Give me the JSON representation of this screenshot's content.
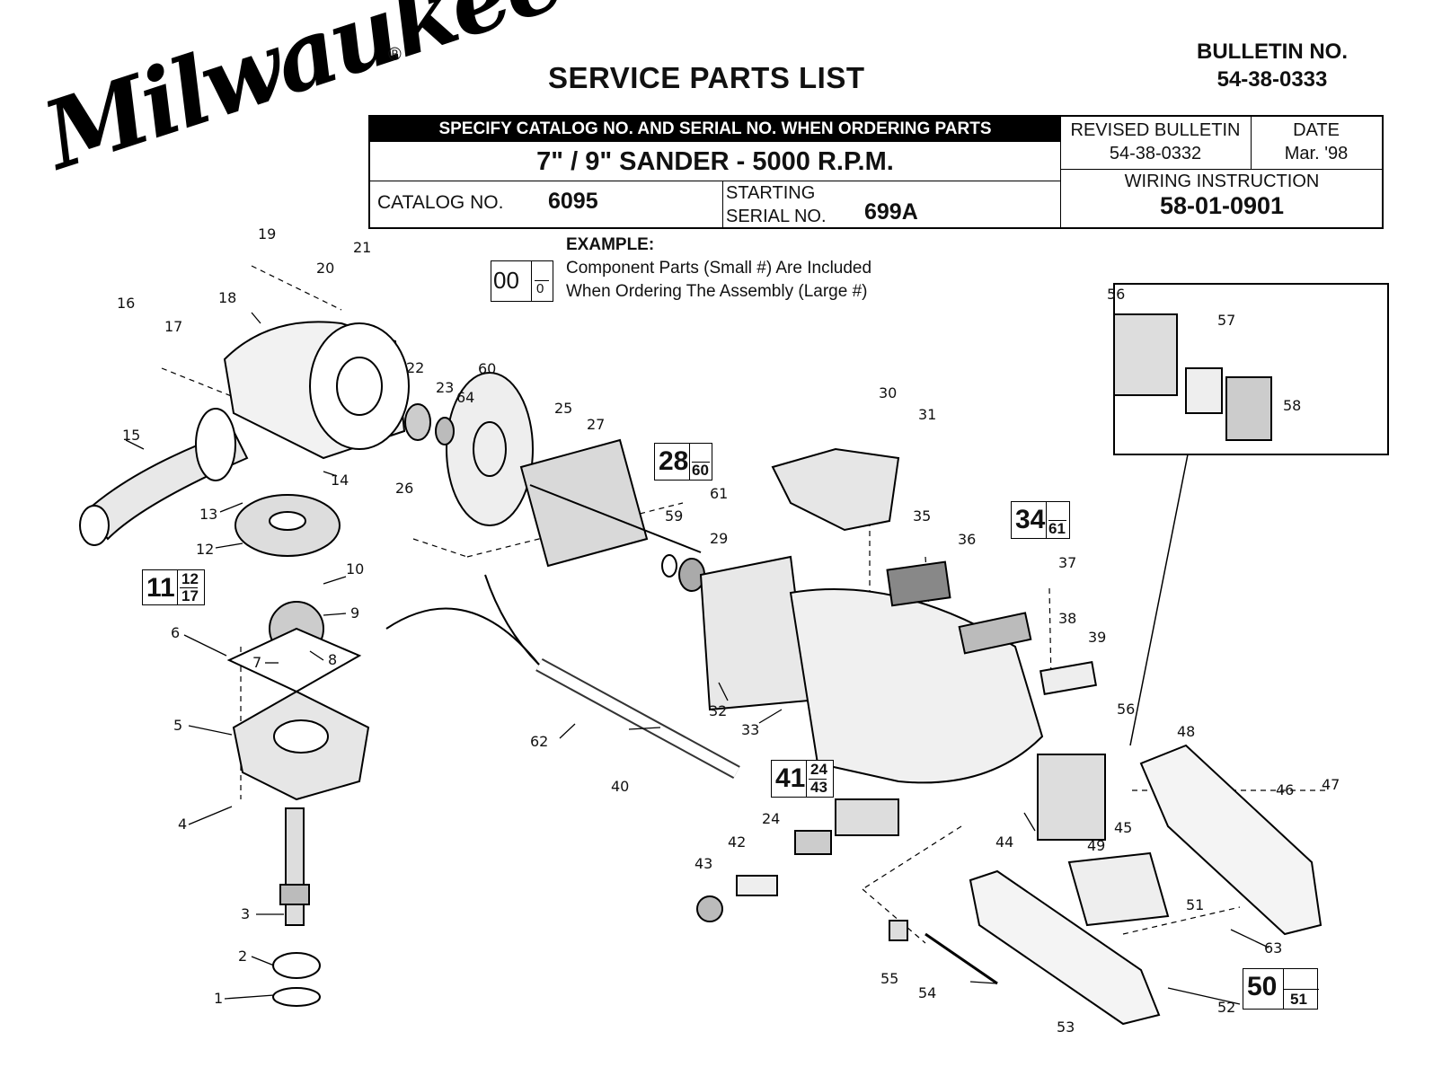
{
  "brand": {
    "logo_text": "Milwaukee",
    "registered_mark": "®"
  },
  "header": {
    "title": "SERVICE PARTS LIST",
    "bulletin_label": "BULLETIN NO.",
    "bulletin_number": "54-38-0333",
    "specify_text": "SPECIFY CATALOG NO. AND SERIAL NO. WHEN ORDERING PARTS",
    "model": "7\" / 9\"  SANDER - 5000 R.P.M.",
    "catalog_label": "CATALOG NO.",
    "catalog_number": "6095",
    "starting_label": "STARTING",
    "serial_label": "SERIAL NO.",
    "serial_number": "699A",
    "revised_label": "REVISED BULLETIN",
    "revised_number": "54-38-0332",
    "date_label": "DATE",
    "date_value": "Mar. '98",
    "wiring_label": "WIRING INSTRUCTION",
    "wiring_number": "58-01-0901"
  },
  "example": {
    "title": "EXAMPLE:",
    "line1": "Component Parts (Small #) Are Included",
    "line2": "When Ordering The Assembly (Large #)",
    "big": "00",
    "small": "0"
  },
  "assemblies": [
    {
      "big": "11",
      "top": "12",
      "bottom": "17"
    },
    {
      "big": "28",
      "top": "",
      "bottom": "60"
    },
    {
      "big": "34",
      "top": "",
      "bottom": "61"
    },
    {
      "big": "41",
      "top": "24",
      "bottom": "43"
    },
    {
      "big": "50",
      "top": "",
      "bottom": "51"
    }
  ],
  "part_labels": [
    "1",
    "2",
    "3",
    "4",
    "5",
    "6",
    "7",
    "8",
    "9",
    "10",
    "12",
    "13",
    "14",
    "15",
    "16",
    "17",
    "18",
    "19",
    "20",
    "21",
    "22",
    "23",
    "24",
    "25",
    "26",
    "27",
    "29",
    "30",
    "31",
    "32",
    "33",
    "35",
    "36",
    "37",
    "38",
    "39",
    "40",
    "42",
    "43",
    "44",
    "45",
    "46",
    "47",
    "48",
    "49",
    "51",
    "52",
    "53",
    "54",
    "55",
    "56",
    "56",
    "57",
    "58",
    "59",
    "61",
    "62",
    "63",
    "64",
    "60"
  ],
  "colors": {
    "ink": "#000000",
    "paper": "#ffffff",
    "shade": "#555555"
  }
}
